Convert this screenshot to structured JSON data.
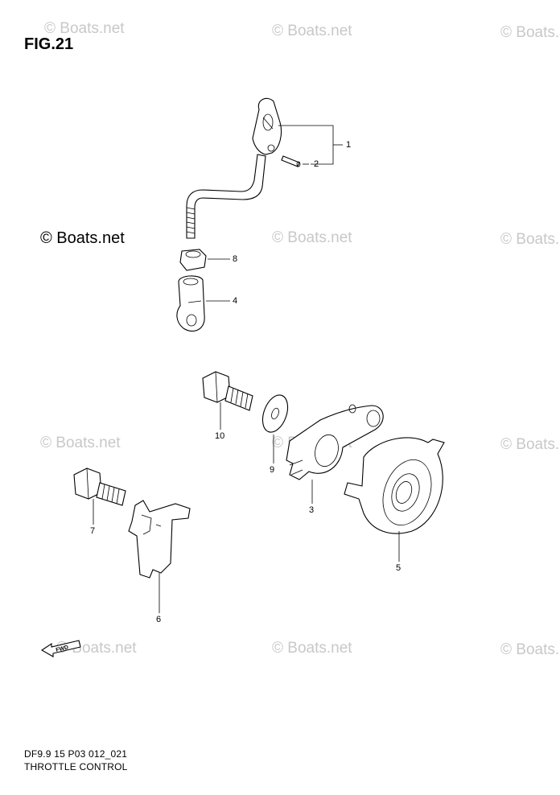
{
  "figure_title": "FIG.21",
  "watermarks": {
    "light": [
      "© Boats.net",
      "© Boats.net",
      "© Boats.net",
      "© Boats.net",
      "© Boats.net",
      "© Boats.net",
      "© Boats.net",
      "© Boats.net",
      "© Boats.net",
      "© Boats.net",
      "© Boats.net"
    ],
    "strong": "© Boats.net"
  },
  "callouts": [
    "1",
    "2",
    "8",
    "4",
    "10",
    "9",
    "3",
    "5",
    "7",
    "6"
  ],
  "fwd_label": "FWD",
  "footer": {
    "code": "DF9.9 15 P03 012_021",
    "title": "THROTTLE CONTROL"
  }
}
